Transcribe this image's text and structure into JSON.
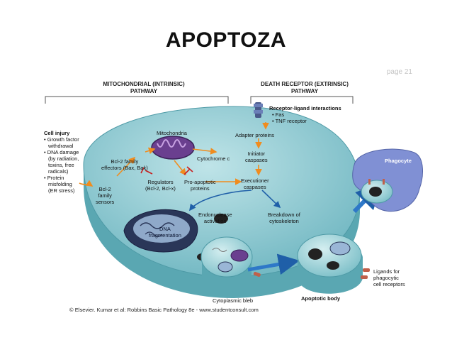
{
  "title": "APOPTOZA",
  "page_label": "page 21",
  "headers": {
    "intrinsic_line1": "MITOCHONDRIAL (INTRINSIC)",
    "intrinsic_line2": "PATHWAY",
    "extrinsic_line1": "DEATH RECEPTOR (EXTRINSIC)",
    "extrinsic_line2": "PATHWAY"
  },
  "cell_injury": {
    "title": "Cell injury",
    "items": [
      "• Growth factor",
      "withdrawal",
      "• DNA damage",
      "(by radiation,",
      "toxins, free",
      "radicals)",
      "• Protein",
      "misfolding",
      "(ER stress)"
    ]
  },
  "receptor": {
    "title": "Receptor-ligand interactions",
    "items": [
      "• Fas",
      "• TNF receptor"
    ]
  },
  "labels": {
    "mitochondria": "Mitochondria",
    "bcl2_effectors": [
      "Bcl-2 family",
      "effectors (Bax, Bak)"
    ],
    "bcl2_sensors": [
      "Bcl-2",
      "family",
      "sensors"
    ],
    "regulators": [
      "Regulators",
      "(Bcl-2, Bcl-x)"
    ],
    "cytochrome_c": "Cytochrome c",
    "pro_apoptotic": [
      "Pro-apoptotic",
      "proteins"
    ],
    "adapter_proteins": "Adapter proteins",
    "initiator_caspases": [
      "Initiator",
      "caspases"
    ],
    "executioner_caspases": [
      "Executioner",
      "caspases"
    ],
    "endonuclease_activation": [
      "Endonuclease",
      "activation"
    ],
    "breakdown_cytoskeleton": [
      "Breakdown of",
      "cytoskeleton"
    ],
    "dna_fragmentation": [
      "DNA",
      "fragmentation"
    ],
    "phagocyte": "Phagocyte",
    "cytoplasmic_bleb": "Cytoplasmic bleb",
    "apoptotic_body": "Apoptotic body",
    "ligands": [
      "Ligands for",
      "phagocytic",
      "cell receptors"
    ]
  },
  "credit": "© Elsevier. Kumar et al: Robbins Basic Pathology 8e - www.studentconsult.com",
  "colors": {
    "cell_fill": "#7ec2cc",
    "cell_dark": "#4e9aa6",
    "arrow": "#f08c1e",
    "inhibit": "#c81e1e",
    "mito": "#6a3f8f",
    "phagocyte": "#7d8fd1",
    "blue_arrow": "#2e78c8"
  }
}
